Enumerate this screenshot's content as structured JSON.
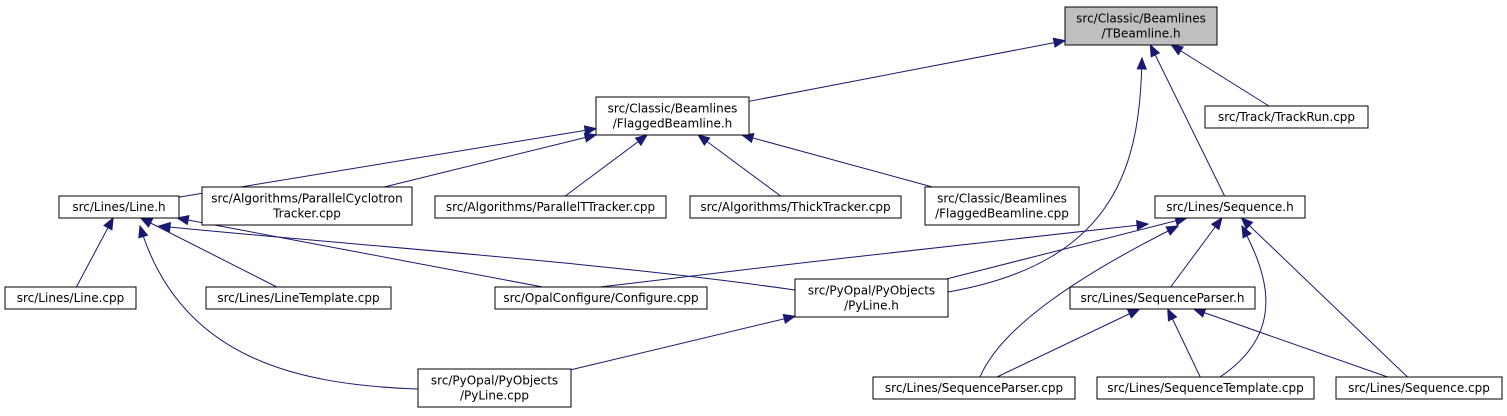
{
  "colors": {
    "edge": "#191970",
    "node_fill": "#ffffff",
    "node_highlight_fill": "#bfbfbf",
    "node_border": "#000000"
  },
  "nodes": [
    {
      "id": "tbeamline_h",
      "lines": [
        "src/Classic/Beamlines",
        "/TBeamline.h"
      ],
      "highlight": true
    },
    {
      "id": "flaggedbeamline_h",
      "lines": [
        "src/Classic/Beamlines",
        "/FlaggedBeamline.h"
      ]
    },
    {
      "id": "trackrun_cpp",
      "lines": [
        "src/Track/TrackRun.cpp"
      ]
    },
    {
      "id": "line_h",
      "lines": [
        "src/Lines/Line.h"
      ]
    },
    {
      "id": "parallelcyclotron_cpp",
      "lines": [
        "src/Algorithms/ParallelCyclotron",
        "Tracker.cpp"
      ]
    },
    {
      "id": "parallelt_cpp",
      "lines": [
        "src/Algorithms/ParallelTTracker.cpp"
      ]
    },
    {
      "id": "thicktracker_cpp",
      "lines": [
        "src/Algorithms/ThickTracker.cpp"
      ]
    },
    {
      "id": "flaggedbeamline_cpp",
      "lines": [
        "src/Classic/Beamlines",
        "/FlaggedBeamline.cpp"
      ]
    },
    {
      "id": "sequence_h",
      "lines": [
        "src/Lines/Sequence.h"
      ]
    },
    {
      "id": "line_cpp",
      "lines": [
        "src/Lines/Line.cpp"
      ]
    },
    {
      "id": "linetemplate_cpp",
      "lines": [
        "src/Lines/LineTemplate.cpp"
      ]
    },
    {
      "id": "configure_cpp",
      "lines": [
        "src/OpalConfigure/Configure.cpp"
      ]
    },
    {
      "id": "pyline_h",
      "lines": [
        "src/PyOpal/PyObjects",
        "/PyLine.h"
      ]
    },
    {
      "id": "sequenceparser_h",
      "lines": [
        "src/Lines/SequenceParser.h"
      ]
    },
    {
      "id": "pyline_cpp",
      "lines": [
        "src/PyOpal/PyObjects",
        "/PyLine.cpp"
      ]
    },
    {
      "id": "sequenceparser_cpp",
      "lines": [
        "src/Lines/SequenceParser.cpp"
      ]
    },
    {
      "id": "sequencetemplate_cpp",
      "lines": [
        "src/Lines/SequenceTemplate.cpp"
      ]
    },
    {
      "id": "sequence_cpp",
      "lines": [
        "src/Lines/Sequence.cpp"
      ]
    }
  ],
  "edges": [
    {
      "from": "flaggedbeamline_h",
      "to": "tbeamline_h"
    },
    {
      "from": "pyline_h",
      "to": "tbeamline_h"
    },
    {
      "from": "sequence_h",
      "to": "tbeamline_h"
    },
    {
      "from": "trackrun_cpp",
      "to": "tbeamline_h"
    },
    {
      "from": "line_h",
      "to": "flaggedbeamline_h"
    },
    {
      "from": "parallelcyclotron_cpp",
      "to": "flaggedbeamline_h"
    },
    {
      "from": "parallelt_cpp",
      "to": "flaggedbeamline_h"
    },
    {
      "from": "thicktracker_cpp",
      "to": "flaggedbeamline_h"
    },
    {
      "from": "flaggedbeamline_cpp",
      "to": "flaggedbeamline_h"
    },
    {
      "from": "line_cpp",
      "to": "line_h"
    },
    {
      "from": "linetemplate_cpp",
      "to": "line_h"
    },
    {
      "from": "configure_cpp",
      "to": "line_h"
    },
    {
      "from": "pyline_h",
      "to": "line_h"
    },
    {
      "from": "pyline_cpp",
      "to": "line_h"
    },
    {
      "from": "configure_cpp",
      "to": "sequence_h"
    },
    {
      "from": "pyline_h",
      "to": "sequence_h"
    },
    {
      "from": "sequenceparser_h",
      "to": "sequence_h"
    },
    {
      "from": "sequenceparser_cpp",
      "to": "sequence_h"
    },
    {
      "from": "sequencetemplate_cpp",
      "to": "sequence_h"
    },
    {
      "from": "sequence_cpp",
      "to": "sequence_h"
    },
    {
      "from": "pyline_cpp",
      "to": "pyline_h"
    },
    {
      "from": "sequenceparser_cpp",
      "to": "sequenceparser_h"
    },
    {
      "from": "sequencetemplate_cpp",
      "to": "sequenceparser_h"
    },
    {
      "from": "sequence_cpp",
      "to": "sequenceparser_h"
    }
  ]
}
